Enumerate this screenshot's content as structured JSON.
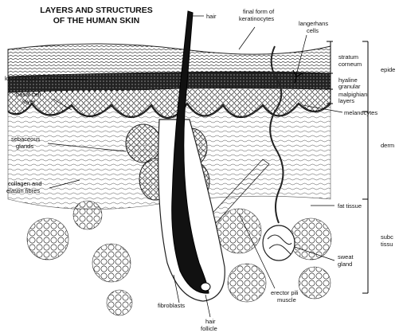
{
  "title": {
    "line1": "LAYERS AND STRUCTURES",
    "line2": "OF THE HUMAN SKIN"
  },
  "labels": {
    "hair": "hair",
    "final_form_line1": "final form of",
    "final_form_line2": "keratinocytes",
    "langerhans_line1": "langerhans",
    "langerhans_line2": "cells",
    "stratum_line1": "stratum",
    "stratum_line2": "corneum",
    "hyaline_line1": "hyaline",
    "hyaline_line2": "granular",
    "malpighian_line1": "malpighian",
    "malpighian_line2": "layers",
    "keratinocytes": "keratinocytes",
    "basal_line1": "basal cell",
    "basal_line2": "layer",
    "melanocytes": "melanocytes",
    "sebaceous_line1": "sebaceous",
    "sebaceous_line2": "glands",
    "collagen_line1": "collagen and",
    "collagen_line2": "elastin fibres",
    "fat_tissue": "fat tissue",
    "sweat_line1": "sweat",
    "sweat_line2": "gland",
    "erector_line1": "erector pili",
    "erector_line2": "muscle",
    "fibroblasts": "fibroblasts",
    "hair_follicle_line1": "hair",
    "hair_follicle_line2": "follicle"
  },
  "region_labels": {
    "epidermis": "epide",
    "dermis": "derm",
    "subcutaneous_line1": "subc",
    "subcutaneous_line2": "tissu"
  }
}
